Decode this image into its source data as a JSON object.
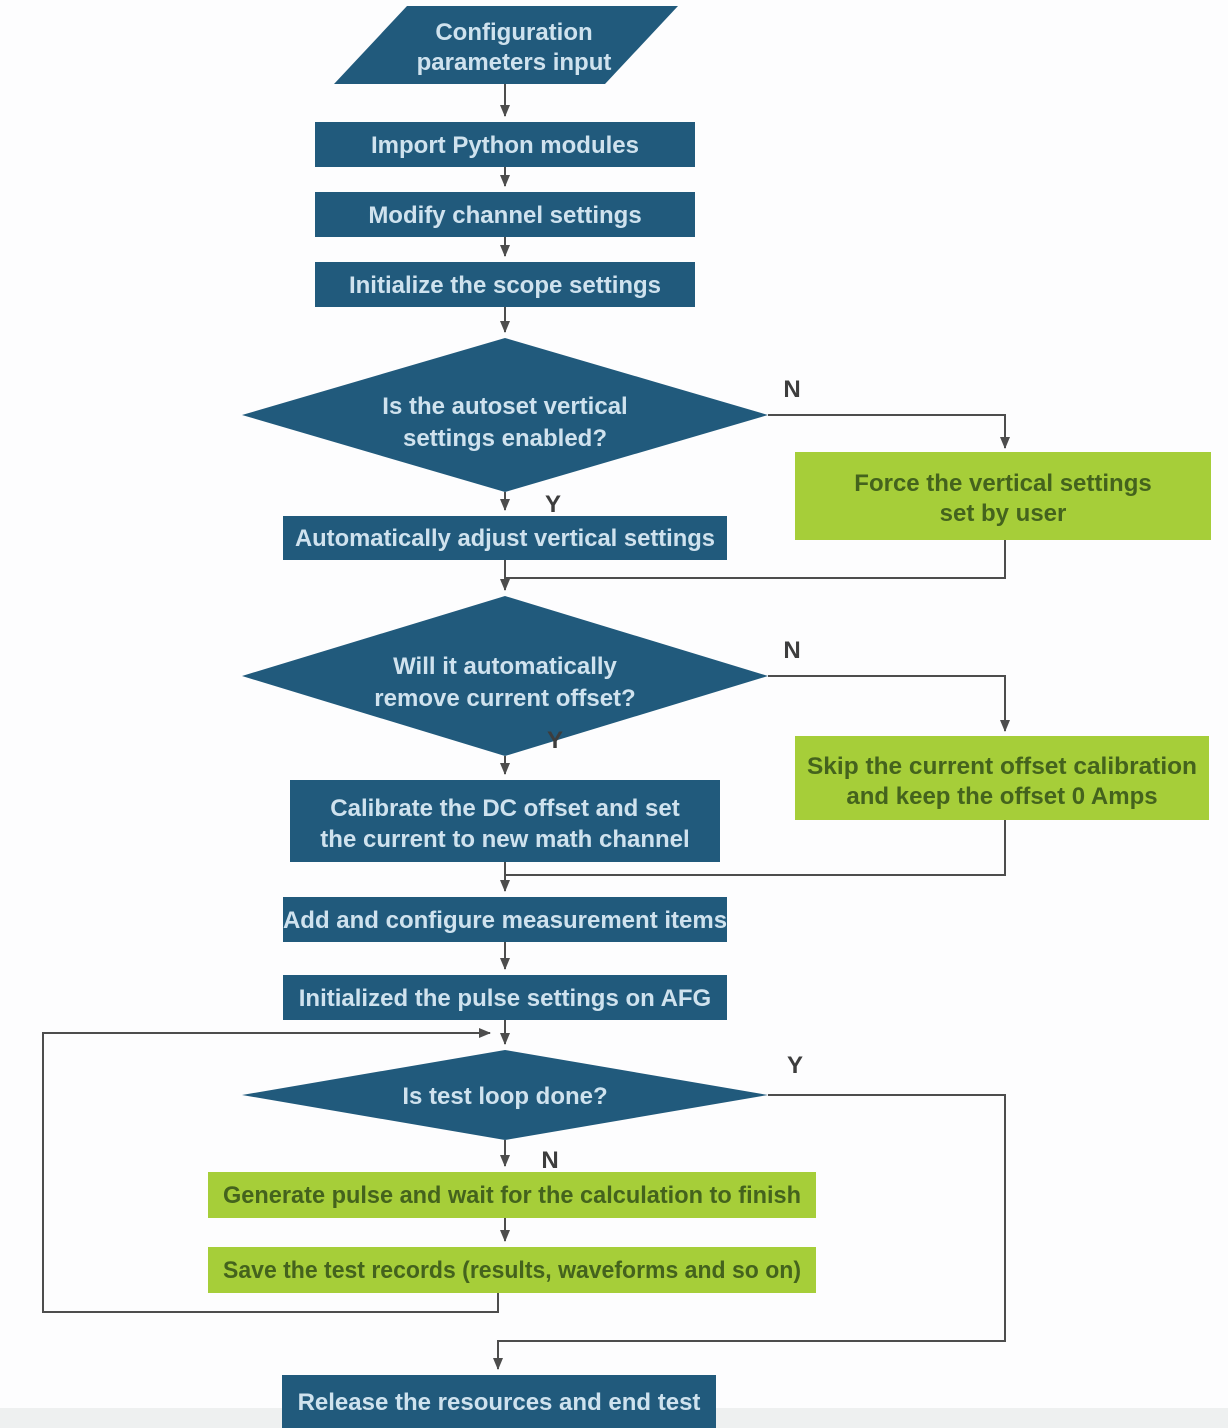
{
  "colors": {
    "node_blue": "#215a7c",
    "node_green": "#a6ce39",
    "text_on_blue": "#cfe2ee",
    "text_on_green": "#44631d",
    "connector": "#4d4d4d",
    "edge_label": "#3d3d3d"
  },
  "nodes": {
    "start": {
      "shape": "parallelogram",
      "lines": [
        "Configuration",
        "parameters input"
      ]
    },
    "import_modules": {
      "shape": "rect",
      "label": "Import Python modules"
    },
    "modify_channel": {
      "shape": "rect",
      "label": "Modify channel settings"
    },
    "init_scope": {
      "shape": "rect",
      "label": "Initialize the scope settings"
    },
    "autoset_decision": {
      "shape": "diamond",
      "lines": [
        "Is the autoset vertical",
        "settings enabled?"
      ]
    },
    "force_vertical": {
      "shape": "rect",
      "lines": [
        "Force the vertical settings",
        "set by user"
      ]
    },
    "auto_adjust": {
      "shape": "rect",
      "label": "Automatically adjust vertical settings"
    },
    "offset_decision": {
      "shape": "diamond",
      "lines": [
        "Will it automatically",
        "remove current offset?"
      ]
    },
    "skip_offset": {
      "shape": "rect",
      "lines": [
        "Skip the current offset calibration",
        "and keep the offset 0 Amps"
      ]
    },
    "calibrate_offset": {
      "shape": "rect",
      "lines": [
        "Calibrate the DC offset and set",
        "the current to new math channel"
      ]
    },
    "add_measurements": {
      "shape": "rect",
      "label": "Add and configure measurement items"
    },
    "init_pulse": {
      "shape": "rect",
      "label": "Initialized the pulse settings on AFG"
    },
    "loop_decision": {
      "shape": "diamond",
      "label": "Is test loop done?"
    },
    "generate_pulse": {
      "shape": "rect",
      "label": "Generate pulse and wait for the calculation to finish"
    },
    "save_records": {
      "shape": "rect",
      "label": "Save the test records (results, waveforms and so on)"
    },
    "release": {
      "shape": "rect",
      "label": "Release the resources and end test"
    }
  },
  "edge_labels": {
    "autoset_no": "N",
    "autoset_yes": "Y",
    "offset_no": "N",
    "offset_yes": "Y",
    "loop_yes": "Y",
    "loop_no": "N"
  }
}
